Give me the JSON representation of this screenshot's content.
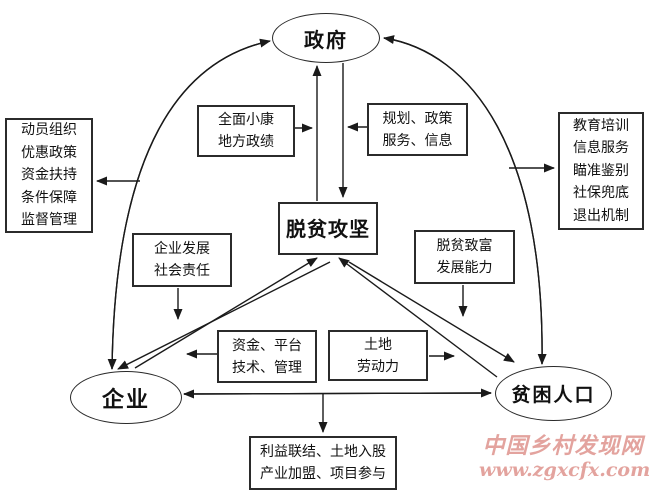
{
  "diagram": {
    "nodes": {
      "government": "政府",
      "enterprise": "企业",
      "poor": "贫困人口",
      "core": "脱贫攻坚"
    },
    "labels": {
      "gov_support": [
        "动员组织",
        "优惠政策",
        "资金扶持",
        "条件保障",
        "监督管理"
      ],
      "achievement": [
        "全面小康",
        "地方政绩"
      ],
      "planning": [
        "规划、政策",
        "服务、信息"
      ],
      "poor_service": [
        "教育培训",
        "信息服务",
        "瞄准鉴别",
        "社保兜底",
        "退出机制"
      ],
      "enterprise_gain": [
        "企业发展",
        "社会责任"
      ],
      "poor_gain": [
        "脱贫致富",
        "发展能力"
      ],
      "enterprise_input": [
        "资金、平台",
        "技术、管理"
      ],
      "poor_input": [
        "土地",
        "劳动力"
      ],
      "cooperation": [
        "利益联结、土地入股",
        "产业加盟、项目参与"
      ]
    }
  },
  "watermark": {
    "site_name": "中国乡村发现网",
    "site_url": "www.zgxcfx.com"
  },
  "colors": {
    "line": "#1a1a1a",
    "border": "#2b2b2b",
    "watermark": "#dd9089",
    "background": "#ffffff"
  }
}
